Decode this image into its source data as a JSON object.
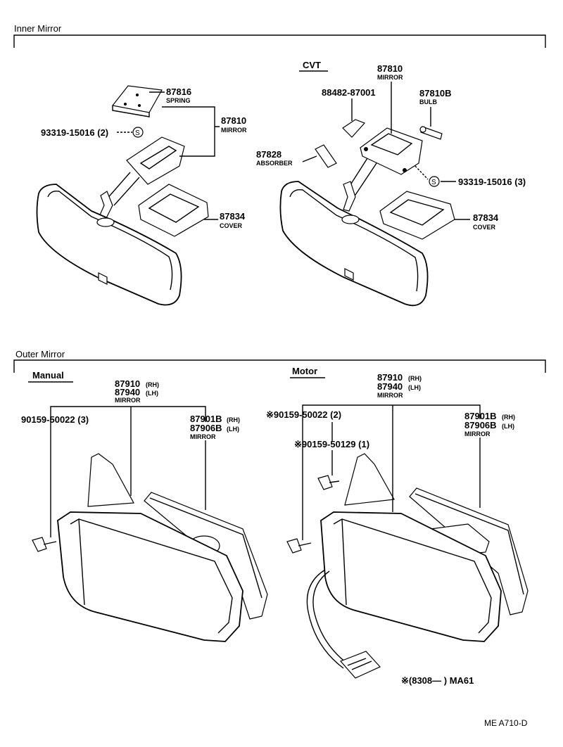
{
  "sections": {
    "inner": "Inner Mirror",
    "outer": "Outer Mirror",
    "cvt": "CVT",
    "manual": "Manual",
    "motor": "Motor"
  },
  "inner_left": {
    "p87816": "87816",
    "spring": "SPRING",
    "p87810": "87810",
    "mirror": "MIRROR",
    "screw": "93319-15016 (2)",
    "p87834": "87834",
    "cover": "COVER"
  },
  "inner_right": {
    "p87810": "87810",
    "mirror": "MIRROR",
    "p88482": "88482-87001",
    "p87810B": "87810B",
    "bulb": "BULB",
    "p87828": "87828",
    "absorber": "ABSORBER",
    "screw": "93319-15016 (3)",
    "p87834": "87834",
    "cover": "COVER"
  },
  "outer_manual": {
    "rh_num": "87910",
    "rh": "(RH)",
    "lh_num": "87940",
    "lh": "(LH)",
    "mirror": "MIRROR",
    "screw": "90159-50022 (3)",
    "glass_rh_num": "87901B",
    "glass_rh": "(RH)",
    "glass_lh_num": "87906B",
    "glass_lh": "(LH)",
    "glass_mirror": "MIRROR"
  },
  "outer_motor": {
    "rh_num": "87910",
    "rh": "(RH)",
    "lh_num": "87940",
    "lh": "(LH)",
    "mirror": "MIRROR",
    "screw1": "※90159-50022 (2)",
    "screw2": "※90159-50129 (1)",
    "glass_rh_num": "87901B",
    "glass_rh": "(RH)",
    "glass_lh_num": "87906B",
    "glass_lh": "(LH)",
    "glass_mirror": "MIRROR"
  },
  "note": "※(8308—      ) MA61",
  "code": "ME  A710-D"
}
